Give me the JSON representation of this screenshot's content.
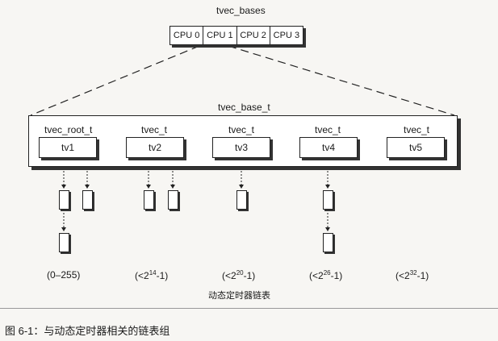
{
  "top_title": "tvec_bases",
  "cpus": [
    "CPU 0",
    "CPU 1",
    "CPU 2",
    "CPU 3"
  ],
  "base_label": "tvec_base_t",
  "vectors": [
    {
      "type": "tvec_root_t",
      "name": "tv1",
      "range_pre": "(0–255)",
      "range_sup": "",
      "range_post": ""
    },
    {
      "type": "tvec_t",
      "name": "tv2",
      "range_pre": "(<2",
      "range_sup": "14",
      "range_post": "-1)"
    },
    {
      "type": "tvec_t",
      "name": "tv3",
      "range_pre": "(<2",
      "range_sup": "20",
      "range_post": "-1)"
    },
    {
      "type": "tvec_t",
      "name": "tv4",
      "range_pre": "(<2",
      "range_sup": "26",
      "range_post": "-1)"
    },
    {
      "type": "tvec_t",
      "name": "tv5",
      "range_pre": "(<2",
      "range_sup": "32",
      "range_post": "-1)"
    }
  ],
  "caption_mid": "动态定时器链表",
  "figure_caption": "图 6-1：与动态定时器相关的链表组"
}
